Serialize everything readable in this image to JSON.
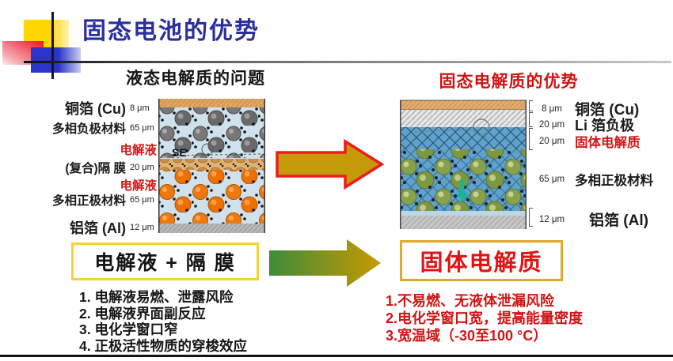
{
  "title": "固态电池的优势",
  "colors": {
    "title_navy": "#2b2f9e",
    "accent_red": "#d01515",
    "liquid_box_border": "#f3d430",
    "solid_box_border": "#dfaa2a",
    "mid_arrow_fill": "#c49a08",
    "mid_arrow_border": "#ef1a1a",
    "gradient_arrow": "#3f8b3b → #c79a00"
  },
  "left": {
    "header": "液态电解质的问题",
    "labels": [
      {
        "text": "铜箔 (Cu)",
        "size": "8 μm"
      },
      {
        "text": "多相负极材料",
        "size": "65 μm"
      },
      {
        "text": "电解液",
        "size": ""
      },
      {
        "text": "(复合)隔 膜",
        "size": "20 μm"
      },
      {
        "text": "电解液",
        "size": ""
      },
      {
        "text": "多相正极材料",
        "size": "65 μm"
      },
      {
        "text": "铝箔 (Al)",
        "size": "12 μm"
      }
    ],
    "se_annotation": "SE",
    "box_label": "电解液 + 隔 膜",
    "issues": [
      "1. 电解液易燃、泄露风险",
      "2. 电解液界面副反应",
      "3. 电化学窗口窄",
      "4. 正极活性物质的穿梭效应"
    ]
  },
  "right": {
    "header": "固态电解质的优势",
    "labels": [
      {
        "size": "8 μm",
        "text": "铜箔 (Cu)"
      },
      {
        "size": "20 μm",
        "text": "Li 箔负极"
      },
      {
        "size": "20 μm",
        "text": "固体电解质"
      },
      {
        "size": "65 μm",
        "text": "多相正极材料"
      },
      {
        "size": "12 μm",
        "text": "铝箔 (Al)"
      }
    ],
    "box_label": "固体电解质",
    "advantages": [
      "1.不易燃、无液体泄漏风险",
      "2.电化学窗口宽，提高能量密度",
      "3.宽温域（-30至100 °C）"
    ]
  }
}
